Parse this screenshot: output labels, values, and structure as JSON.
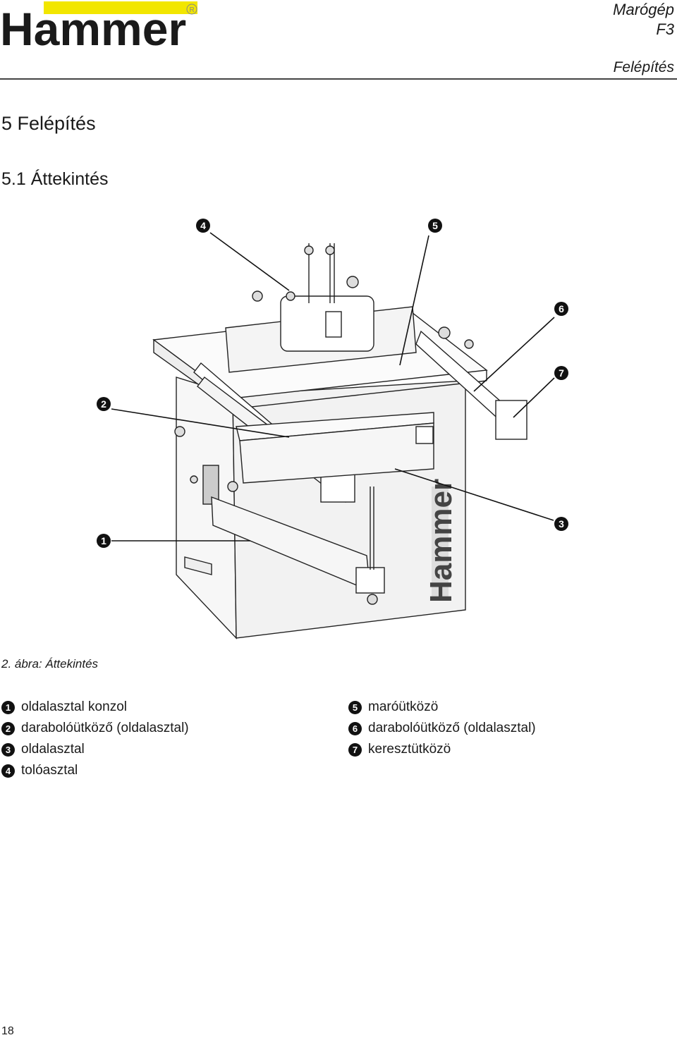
{
  "brand": {
    "logo_text": "Hammer",
    "registered_mark": "R"
  },
  "header": {
    "product": "Marógép",
    "model": "F3",
    "section": "Felépítés"
  },
  "headings": {
    "h1": "5 Felépítés",
    "h2": "5.1 Áttekintés"
  },
  "figure": {
    "caption": "2. ábra: Áttekintés",
    "side_logo_text": "Hammer",
    "callouts": [
      "1",
      "2",
      "3",
      "4",
      "5",
      "6",
      "7"
    ]
  },
  "legend": {
    "left": [
      {
        "num": "1",
        "label": "oldalasztal konzol"
      },
      {
        "num": "2",
        "label": "darabolóütköző (oldalasztal)"
      },
      {
        "num": "3",
        "label": "oldalasztal"
      },
      {
        "num": "4",
        "label": "tolóasztal"
      }
    ],
    "right": [
      {
        "num": "5",
        "label": "maróütközö"
      },
      {
        "num": "6",
        "label": "darabolóütköző (oldalasztal)"
      },
      {
        "num": "7",
        "label": "keresztütközö"
      }
    ]
  },
  "page_number": "18",
  "colors": {
    "logo_yellow": "#f2e600",
    "ink": "#1a1a1a",
    "callout_fill": "#111111"
  }
}
